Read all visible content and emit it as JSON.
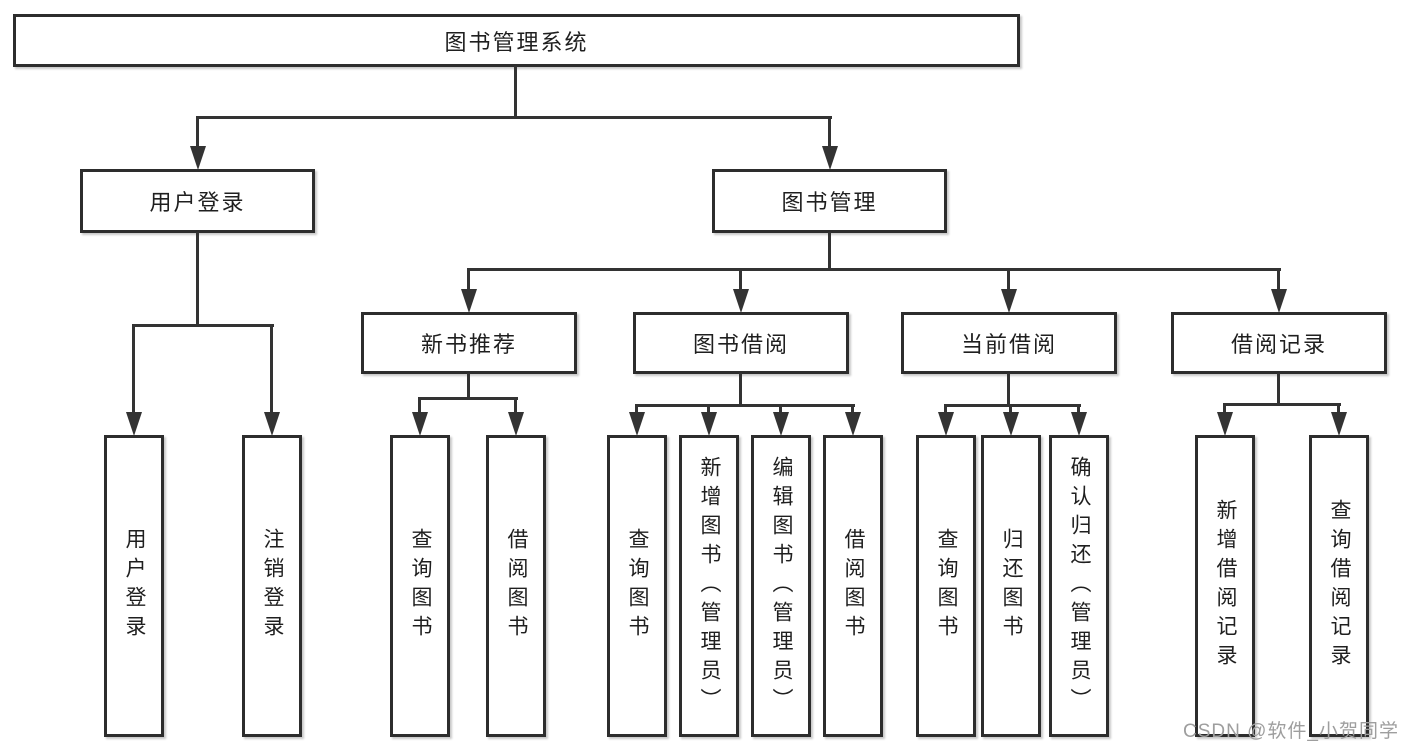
{
  "diagram_type": "hierarchy-tree",
  "colors": {
    "line": "#333333",
    "border": "#2d2d2d",
    "text": "#1f1f1f",
    "background": "#ffffff",
    "watermark": "#9e9e9e"
  },
  "watermark": "CSDN @软件_小贺同学",
  "tree": {
    "label": "图书管理系统",
    "children": [
      {
        "label": "用户登录",
        "children": [
          {
            "label": "用户登录"
          },
          {
            "label": "注销登录"
          }
        ]
      },
      {
        "label": "图书管理",
        "children": [
          {
            "label": "新书推荐",
            "children": [
              {
                "label": "查询图书"
              },
              {
                "label": "借阅图书"
              }
            ]
          },
          {
            "label": "图书借阅",
            "children": [
              {
                "label": "查询图书"
              },
              {
                "label": "新增图书（管理员）"
              },
              {
                "label": "编辑图书（管理员）"
              },
              {
                "label": "借阅图书"
              }
            ]
          },
          {
            "label": "当前借阅",
            "children": [
              {
                "label": "查询图书"
              },
              {
                "label": "归还图书"
              },
              {
                "label": "确认归还（管理员）"
              }
            ]
          },
          {
            "label": "借阅记录",
            "children": [
              {
                "label": "新增借阅记录"
              },
              {
                "label": "查询借阅记录"
              }
            ]
          }
        ]
      }
    ]
  }
}
